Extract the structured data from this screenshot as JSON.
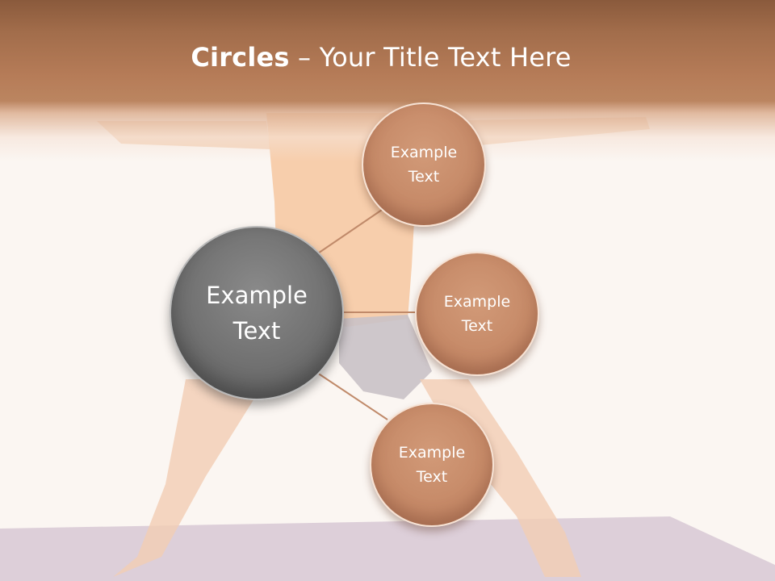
{
  "title": {
    "bold": "Circles",
    "rest": " – Your Title Text Here"
  },
  "center": {
    "line1": "Example",
    "line2": "Text"
  },
  "nodes": [
    {
      "line1": "Example",
      "line2": "Text"
    },
    {
      "line1": "Example",
      "line2": "Text"
    },
    {
      "line1": "Example",
      "line2": "Text"
    }
  ],
  "colors": {
    "header": "#b67c58",
    "node_fill": "#c68a68",
    "center_fill": "#707070",
    "connector": "#c08a6a"
  }
}
